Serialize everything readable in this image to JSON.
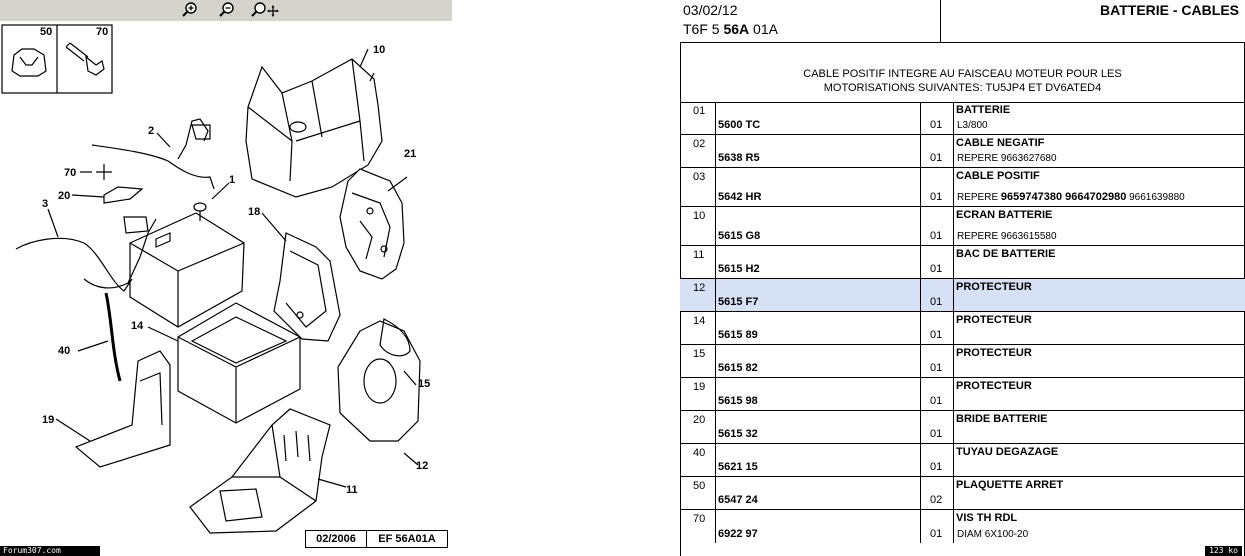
{
  "toolbar": {
    "buttons": [
      {
        "name": "zoom-in-icon"
      },
      {
        "name": "zoom-out-icon"
      },
      {
        "name": "zoom-move-icon"
      }
    ]
  },
  "diagram": {
    "callouts": [
      "50",
      "70",
      "10",
      "2",
      "21",
      "70",
      "1",
      "20",
      "18",
      "3",
      "14",
      "40",
      "15",
      "19",
      "12",
      "11"
    ],
    "reference": {
      "date": "02/2006",
      "code": "EF 56A01A"
    },
    "footer_watermark": "Forum307.com"
  },
  "header": {
    "date": "03/02/12",
    "code_prefix": "T6F 5 ",
    "code_bold": "56A",
    "code_suffix": " 01A",
    "title": "BATTERIE - CABLES"
  },
  "note": {
    "line1": "CABLE POSITIF INTEGRE AU FAISCEAU MOTEUR POUR LES",
    "line2": "MOTORISATIONS SUIVANTES: TU5JP4 ET DV6ATED4"
  },
  "parts": [
    {
      "idx": "01",
      "ref": "5600 TC",
      "qty": "01",
      "name": "BATTERIE",
      "extra": "L3/800"
    },
    {
      "idx": "02",
      "ref": "5638 R5",
      "qty": "01",
      "name": "CABLE NEGATIF",
      "extra": "REPERE 9663627680"
    },
    {
      "idx": "03",
      "ref": "5642 HR",
      "qty": "01",
      "name": "CABLE POSITIF",
      "extra_prefix": "REPERE ",
      "extra_bold": "9659747380 9664702980",
      "extra_suffix": " 9661639880"
    },
    {
      "idx": "10",
      "ref": "5615 G8",
      "qty": "01",
      "name": "ECRAN BATTERIE",
      "extra": "REPERE 9663615580"
    },
    {
      "idx": "11",
      "ref": "5615 H2",
      "qty": "01",
      "name": "BAC DE BATTERIE",
      "extra": ""
    },
    {
      "idx": "12",
      "ref": "5615 F7",
      "qty": "01",
      "name": "PROTECTEUR",
      "extra": ""
    },
    {
      "idx": "14",
      "ref": "5615 89",
      "qty": "01",
      "name": "PROTECTEUR",
      "extra": ""
    },
    {
      "idx": "15",
      "ref": "5615 82",
      "qty": "01",
      "name": "PROTECTEUR",
      "extra": ""
    },
    {
      "idx": "19",
      "ref": "5615 98",
      "qty": "01",
      "name": "PROTECTEUR",
      "extra": ""
    },
    {
      "idx": "20",
      "ref": "5615 32",
      "qty": "01",
      "name": "BRIDE BATTERIE",
      "extra": ""
    },
    {
      "idx": "40",
      "ref": "5621 15",
      "qty": "01",
      "name": "TUYAU DEGAZAGE",
      "extra": ""
    },
    {
      "idx": "50",
      "ref": "6547 24",
      "qty": "02",
      "name": "PLAQUETTE ARRET",
      "extra": ""
    },
    {
      "idx": "70",
      "ref": "6922 97",
      "qty": "01",
      "name": "VIS TH RDL",
      "extra": "DIAM 6X100-20"
    }
  ],
  "selected_part_index": 5,
  "status": {
    "size": "123 ko"
  },
  "colors": {
    "toolbar": "#d4d4cc",
    "selected_row": "#d7e1f5"
  }
}
